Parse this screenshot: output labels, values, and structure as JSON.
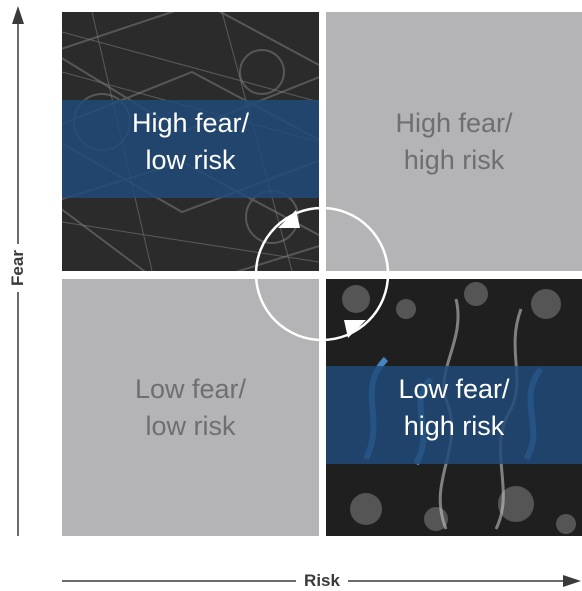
{
  "quadrants": {
    "top_left": "High fear/\nlow risk",
    "top_right": "High fear/\nhigh risk",
    "bottom_left": "Low fear/\nlow risk",
    "bottom_right": "Low fear/\nhigh risk"
  },
  "axes": {
    "y_label": "Fear",
    "x_label": "Risk"
  },
  "colors": {
    "gray_box": "#b4b4b6",
    "blue_band": "#204a78",
    "axis_line": "#3a3a3a"
  },
  "images": {
    "top_left": "money-photo",
    "bottom_right": "fire-photo"
  }
}
